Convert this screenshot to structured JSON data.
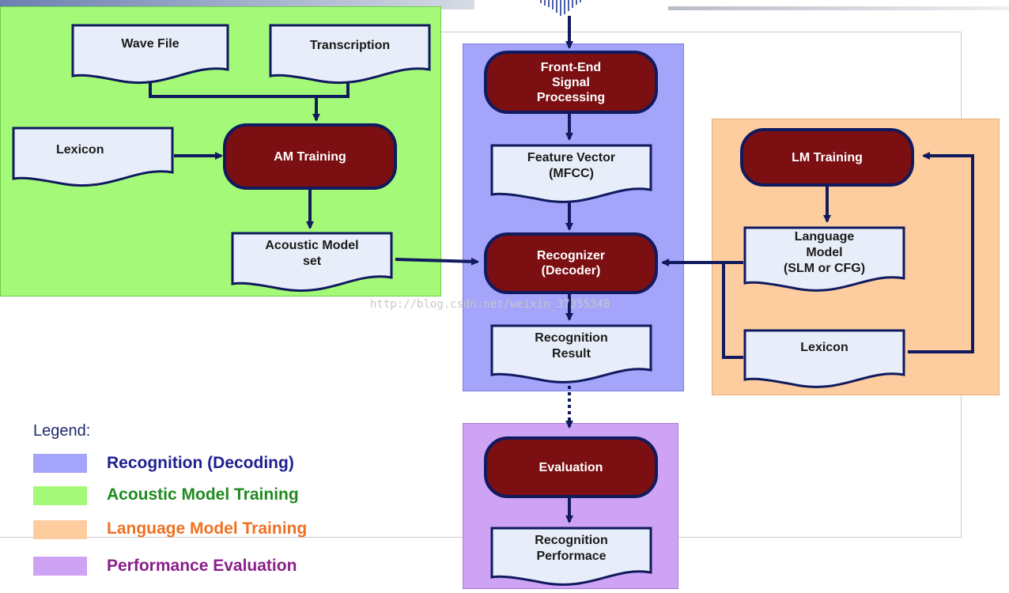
{
  "colors": {
    "recognition": "#a3a4fa",
    "acoustic": "#a4fa78",
    "language": "#fdcda0",
    "evaluation": "#cfa3f3",
    "process_fill": "#7b0f12",
    "border": "#101a5e",
    "doc_fill": "#e8eef9"
  },
  "process": {
    "front_end": "Front-End\nSignal\nProcessing",
    "am_training": "AM Training",
    "recognizer": "Recognizer\n(Decoder)",
    "lm_training": "LM Training",
    "evaluation": "Evaluation"
  },
  "docs": {
    "wave_file": "Wave File",
    "transcription": "Transcription",
    "lexicon_am": "Lexicon",
    "acoustic_model": "Acoustic Model\nset",
    "feature_vector": "Feature Vector\n(MFCC)",
    "recognition_result": "Recognition\nResult",
    "language_model": "Language\nModel\n(SLM or CFG)",
    "lexicon_lm": "Lexicon",
    "recognition_performance": "Recognition\nPerformace"
  },
  "legend": {
    "title": "Legend:",
    "items": [
      {
        "label": "Recognition (Decoding)",
        "color": "#a3a4fa",
        "text_color": "#1f1f8f"
      },
      {
        "label": "Acoustic Model Training",
        "color": "#a4fa78",
        "text_color": "#1f8a1f"
      },
      {
        "label": "Language Model Training",
        "color": "#fdcda0",
        "text_color": "#f07020"
      },
      {
        "label": "Performance Evaluation",
        "color": "#cfa3f3",
        "text_color": "#8a1f8a"
      }
    ]
  },
  "watermark": "http://blog.csdn.net/weixin_37355348"
}
